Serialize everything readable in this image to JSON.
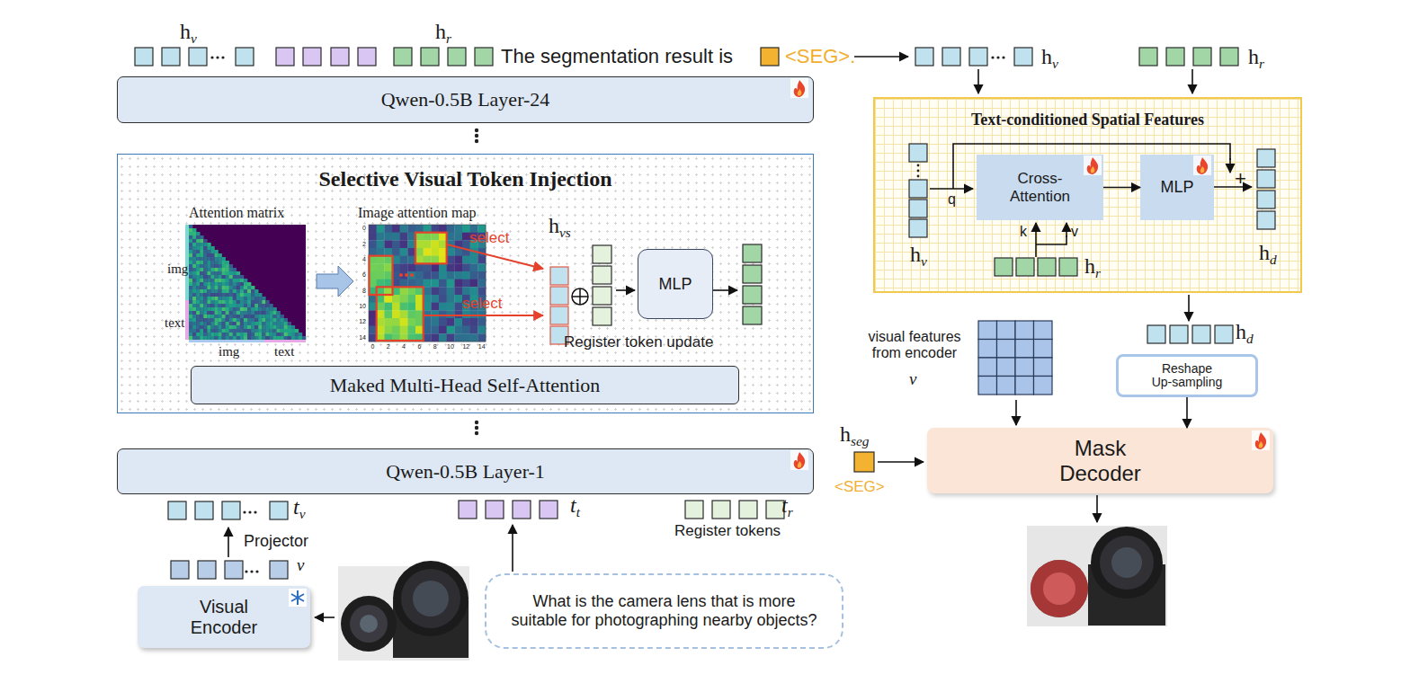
{
  "diagram": {
    "nodes": [
      {
        "text": [
          "Qwen-0.5B Layer-24"
        ]
      },
      {
        "text": [
          "Selective Visual Token Injection"
        ]
      },
      {
        "text": [
          "MLP"
        ],
        "in": 1
      },
      {
        "text": [
          "Maked Multi-Head Self-Attention"
        ],
        "in": 1
      },
      {
        "text": [
          "Qwen-0.5B Layer-1"
        ]
      },
      {
        "text": [
          "Visual Encoder"
        ]
      },
      {
        "text": [
          "What is the camera lens that is more suitable for photographing nearby objects?"
        ]
      },
      {
        "text": [
          "Text-conditioned Spatial Features"
        ]
      },
      {
        "text": [
          "Cross-Attention"
        ],
        "in": 7
      },
      {
        "text": [
          "MLP"
        ],
        "in": 7
      },
      {
        "text": [
          "Reshape Up-sampling"
        ]
      },
      {
        "text": [
          "Mask Decoder"
        ]
      }
    ],
    "edges": [
      {
        "from": 8,
        "to": 9,
        "arrow": "to"
      },
      {
        "from": 10,
        "to": 11,
        "arrow": "to"
      }
    ],
    "labels": [
      "hv",
      "hr",
      "The segmentation result is",
      "<SEG>.",
      "hv",
      "hr",
      "Attention matrix",
      "img",
      "text",
      "img",
      "text",
      "Image attention map",
      "0",
      "2",
      "4",
      "6",
      "8",
      "10",
      "12",
      "14",
      "0",
      "2",
      "4",
      "6",
      "8",
      "10",
      "12",
      "14",
      "select",
      "select",
      "hvs",
      "Register token update",
      "hv",
      "q",
      "k",
      "v",
      "hr",
      "+",
      "hd",
      "hd",
      "visual features from encoder",
      "v",
      "hseg",
      "<SEG>",
      "tv",
      "Projector",
      "v",
      "tt",
      "tr",
      "Register tokens"
    ]
  }
}
